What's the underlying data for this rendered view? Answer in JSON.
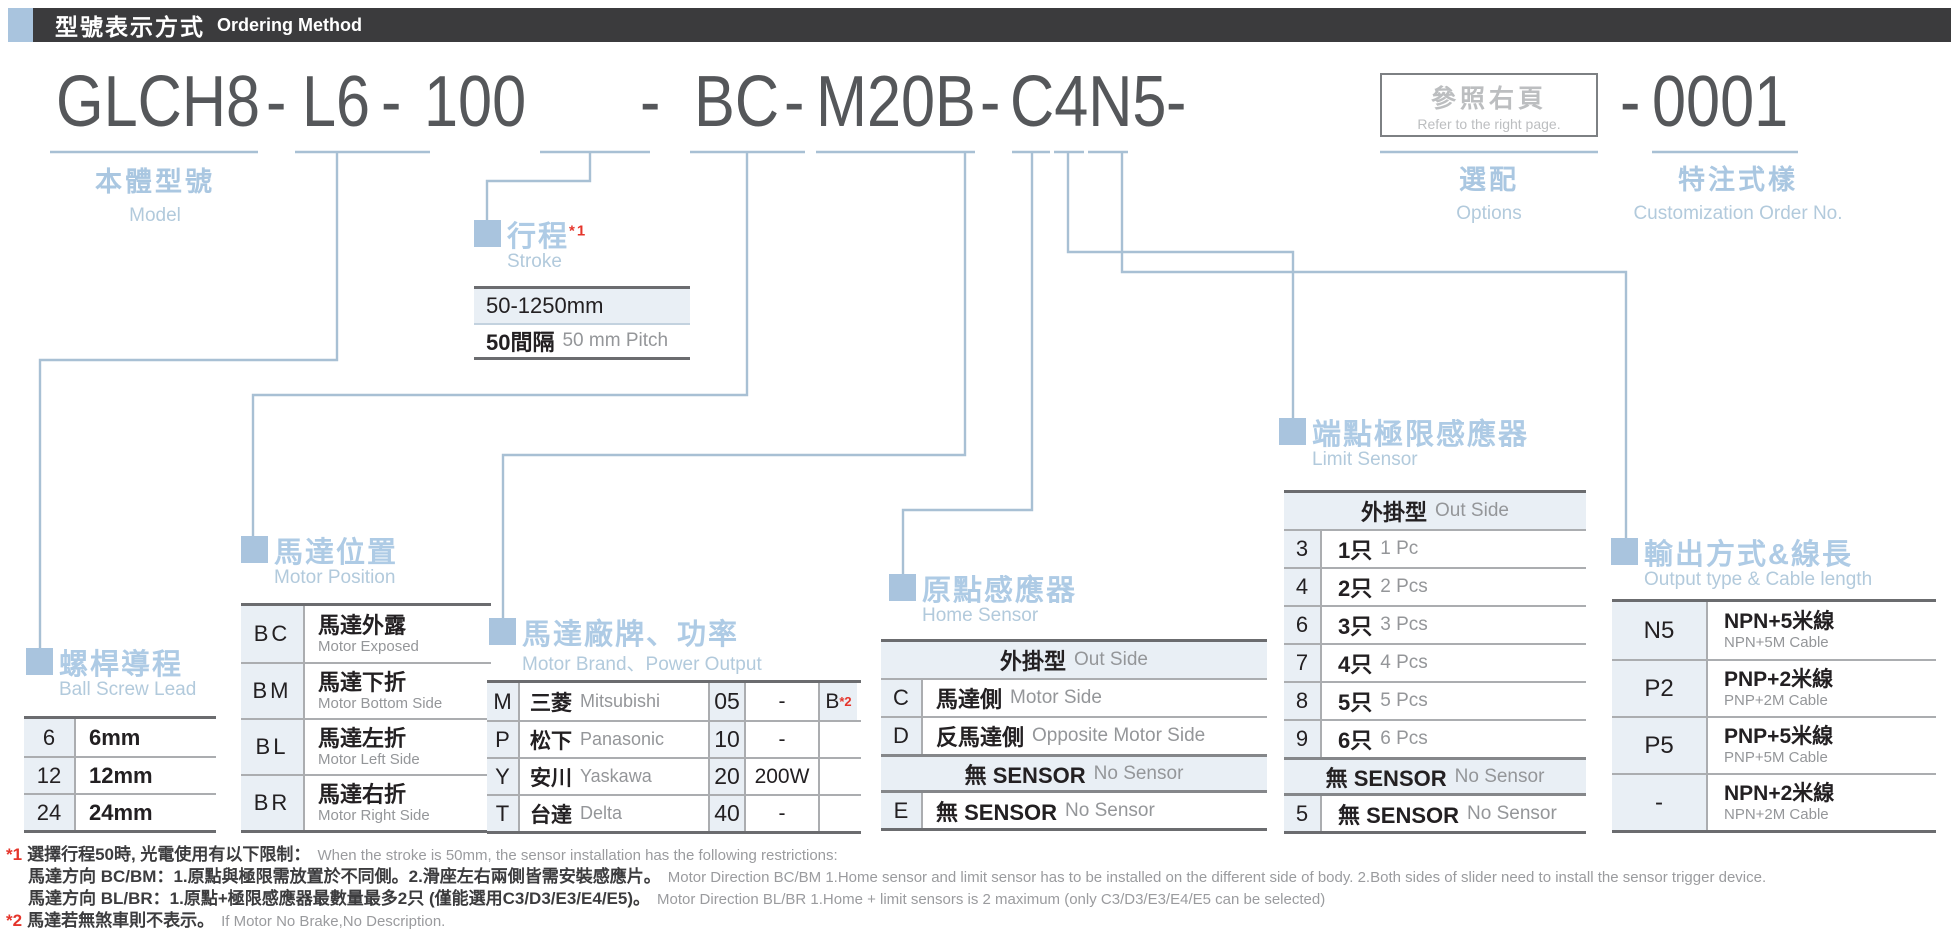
{
  "header": {
    "title_zh": "型號表示方式",
    "title_en": "Ordering Method"
  },
  "model": {
    "seg_model": "GLCH8",
    "dash": "-",
    "seg_lead": "L6",
    "seg_stroke": "100",
    "seg_position": "BC",
    "seg_brand": "M20B",
    "seg_sensor": "C4N5",
    "box_zh": "參照右頁",
    "box_en": "Refer to the right page.",
    "seg_order": "0001"
  },
  "labels": {
    "model_zh": "本體型號",
    "model_en": "Model",
    "options_zh": "選配",
    "options_en": "Options",
    "custom_zh": "特注式樣",
    "custom_en": "Customization Order No."
  },
  "stroke": {
    "title_zh": "行程",
    "footnote_ref": "*1",
    "title_en": "Stroke",
    "range": "50-1250mm",
    "pitch_zh": "50間隔",
    "pitch_en": "50 mm Pitch"
  },
  "lead": {
    "title_zh": "螺桿導程",
    "title_en": "Ball Screw Lead",
    "rows": [
      {
        "code": "6",
        "value": "6mm"
      },
      {
        "code": "12",
        "value": "12mm"
      },
      {
        "code": "24",
        "value": "24mm"
      }
    ]
  },
  "motor_position": {
    "title_zh": "馬達位置",
    "title_en": "Motor Position",
    "rows": [
      {
        "code": "BC",
        "zh": "馬達外露",
        "en": "Motor Exposed"
      },
      {
        "code": "BM",
        "zh": "馬達下折",
        "en": "Motor Bottom Side"
      },
      {
        "code": "BL",
        "zh": "馬達左折",
        "en": "Motor Left Side"
      },
      {
        "code": "BR",
        "zh": "馬達右折",
        "en": "Motor Right Side"
      }
    ]
  },
  "motor_brand": {
    "title_zh": "馬達廠牌、功率",
    "title_en": "Motor Brand、Power Output",
    "rows": [
      {
        "code": "M",
        "brand_zh": "三菱",
        "brand_en": "Mitsubishi",
        "power_code": "05",
        "power": "-",
        "extra": "B",
        "extra_note": "*2"
      },
      {
        "code": "P",
        "brand_zh": "松下",
        "brand_en": "Panasonic",
        "power_code": "10",
        "power": "-",
        "extra": "",
        "extra_note": ""
      },
      {
        "code": "Y",
        "brand_zh": "安川",
        "brand_en": "Yaskawa",
        "power_code": "20",
        "power": "200W",
        "extra": "",
        "extra_note": ""
      },
      {
        "code": "T",
        "brand_zh": "台達",
        "brand_en": "Delta",
        "power_code": "40",
        "power": "-",
        "extra": "",
        "extra_note": ""
      }
    ]
  },
  "home_sensor": {
    "title_zh": "原點感應器",
    "title_en": "Home Sensor",
    "header_zh": "外掛型",
    "header_en": "Out Side",
    "rows": [
      {
        "code": "C",
        "zh": "馬達側",
        "en": "Motor Side"
      },
      {
        "code": "D",
        "zh": "反馬達側",
        "en": "Opposite Motor Side"
      }
    ],
    "subheader_zh": "無 SENSOR",
    "subheader_en": "No Sensor",
    "none_row": {
      "code": "E",
      "zh": "無 SENSOR",
      "en": "No Sensor"
    }
  },
  "limit_sensor": {
    "title_zh": "端點極限感應器",
    "title_en": "Limit Sensor",
    "header_zh": "外掛型",
    "header_en": "Out Side",
    "rows": [
      {
        "code": "3",
        "zh": "1只",
        "en": "1 Pc"
      },
      {
        "code": "4",
        "zh": "2只",
        "en": "2 Pcs"
      },
      {
        "code": "6",
        "zh": "3只",
        "en": "3 Pcs"
      },
      {
        "code": "7",
        "zh": "4只",
        "en": "4 Pcs"
      },
      {
        "code": "8",
        "zh": "5只",
        "en": "5 Pcs"
      },
      {
        "code": "9",
        "zh": "6只",
        "en": "6 Pcs"
      }
    ],
    "subheader_zh": "無 SENSOR",
    "subheader_en": "No Sensor",
    "none_row": {
      "code": "5",
      "zh": "無 SENSOR",
      "en": "No Sensor"
    }
  },
  "output": {
    "title_zh": "輸出方式&線長",
    "title_en": "Output type & Cable length",
    "rows": [
      {
        "code": "N5",
        "zh": "NPN+5米線",
        "en": "NPN+5M Cable"
      },
      {
        "code": "P2",
        "zh": "PNP+2米線",
        "en": "PNP+2M Cable"
      },
      {
        "code": "P5",
        "zh": "PNP+5米線",
        "en": "PNP+5M Cable"
      },
      {
        "code": "-",
        "zh": "NPN+2米線",
        "en": "NPN+2M Cable"
      }
    ]
  },
  "footnotes": {
    "n1": {
      "ref": "*1",
      "zh": "選擇行程50時, 光電使用有以下限制：",
      "en": "When the stroke is 50mm, the sensor installation has  the following restrictions:"
    },
    "n1a": {
      "zh": "馬達方向 BC/BM：1.原點與極限需放置於不同側。2.滑座左右兩側皆需安裝感應片。",
      "en": "Motor Direction BC/BM 1.Home sensor and limit sensor has to be installed on the different side of body.  2.Both sides of slider need to install the sensor trigger device."
    },
    "n1b": {
      "zh": "馬達方向 BL/BR：1.原點+極限感應器最數量最多2只 (僅能選用C3/D3/E3/E4/E5)。",
      "en": "Motor Direction BL/BR 1.Home + limit sensors is 2 maximum (only C3/D3/E3/E4/E5 can be selected)"
    },
    "n2": {
      "ref": "*2",
      "zh": "馬達若無煞車則不表示。",
      "en": "If Motor No Brake,No Description."
    }
  },
  "appearance": {
    "accent_blue": "#a9c4de",
    "line_blue": "#a8c0d4",
    "row_bg": "#e9eff5",
    "dark_text": "#232022",
    "gray_text": "#949699",
    "red": "#e5352b",
    "bar_bg": "#3b3b3d"
  }
}
